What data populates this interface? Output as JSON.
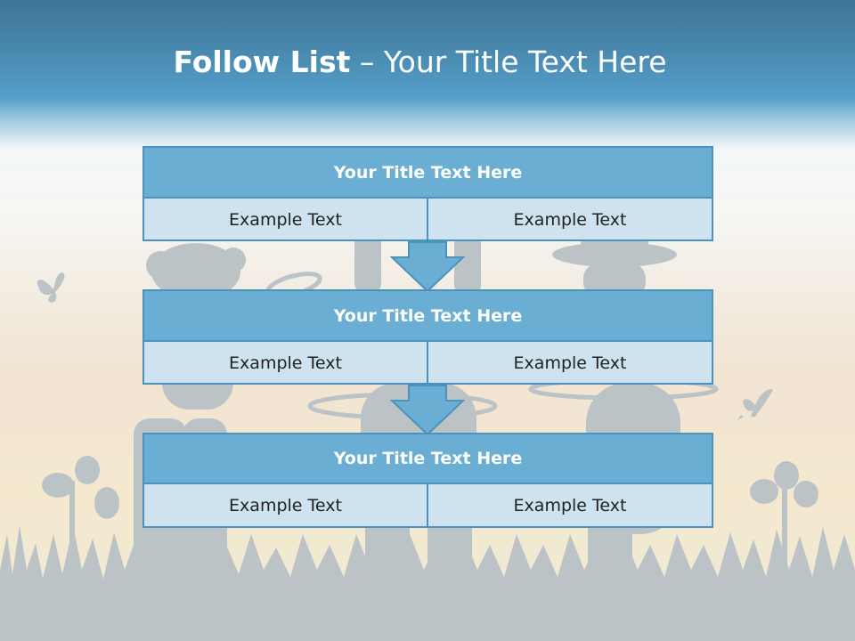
{
  "slide": {
    "title_main": "Follow List",
    "title_rest": " – Your Title Text Here"
  },
  "steps": [
    {
      "title": "Your Title Text Here",
      "left": "Example Text",
      "right": "Example Text"
    },
    {
      "title": "Your Title Text Here",
      "left": "Example Text",
      "right": "Example Text"
    },
    {
      "title": "Your Title Text Here",
      "left": "Example Text",
      "right": "Example Text"
    }
  ],
  "colors": {
    "header_fill": "#6aafd3",
    "cell_fill": "#cfe2ef",
    "border": "#4b92bd",
    "silhouette": "#b9c1c6"
  }
}
